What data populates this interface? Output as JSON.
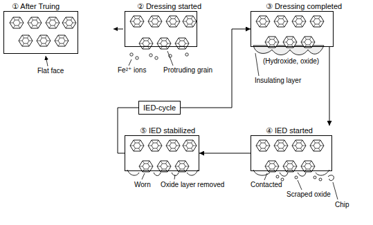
{
  "diagram": {
    "nodes": [
      {
        "text": [
          "① After Truing"
        ]
      },
      {
        "text": [
          "② Dressing started"
        ]
      },
      {
        "text": [
          "③ Dressing completed"
        ]
      },
      {
        "text": [
          "④ IED started"
        ]
      },
      {
        "text": [
          "⑤ IED stabilized"
        ]
      },
      {
        "text": [
          "IED-cycle"
        ]
      }
    ],
    "edges": [
      {
        "from": 2,
        "to": 3,
        "arrow": "to"
      },
      {
        "from": 3,
        "to": 4,
        "arrow": "to"
      },
      {
        "from": 4,
        "to": 5,
        "arrow": "none"
      },
      {
        "from": 5,
        "to": 2,
        "arrow": "to"
      }
    ],
    "labels": [
      "Flat face",
      "Fe²⁺ ions",
      "Protruding grain",
      "(Hydroxide, oxide)",
      "Insulating layer",
      "Contacted",
      "Scraped oxide",
      "Chip",
      "Worn",
      "Oxide layer removed"
    ]
  }
}
